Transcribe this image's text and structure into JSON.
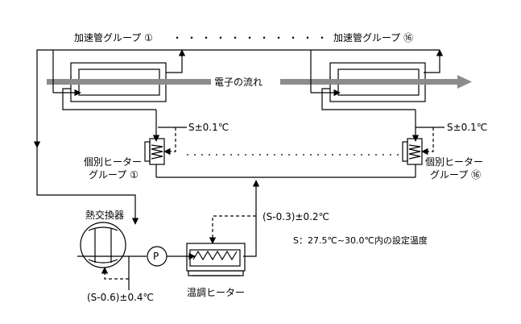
{
  "labels": {
    "group_first": "加速管グループ ①",
    "group_dots": "・・・・・・・・・・・",
    "group_last": "加速管グループ ⑯",
    "electron_flow": "電子の流れ",
    "setpoint_left": "S±0.1℃",
    "setpoint_right": "S±0.1℃",
    "heater_group_first_line1": "個別ヒーター",
    "heater_group_first_line2": "グループ ①",
    "heater_group_last_line1": "個別ヒーター",
    "heater_group_last_line2": "グループ ⑯",
    "heat_exchanger": "熱交換器",
    "pump": "P",
    "supply_setpoint": "(S-0.3)±0.2℃",
    "s_definition": "S：27.5℃~30.0℃内の設定温度",
    "return_setpoint": "(S-0.6)±0.4℃",
    "temp_heater": "温調ヒーター"
  },
  "colors": {
    "line": "#000000",
    "flow_arrow": "#8c8c8c",
    "background": "#ffffff"
  }
}
